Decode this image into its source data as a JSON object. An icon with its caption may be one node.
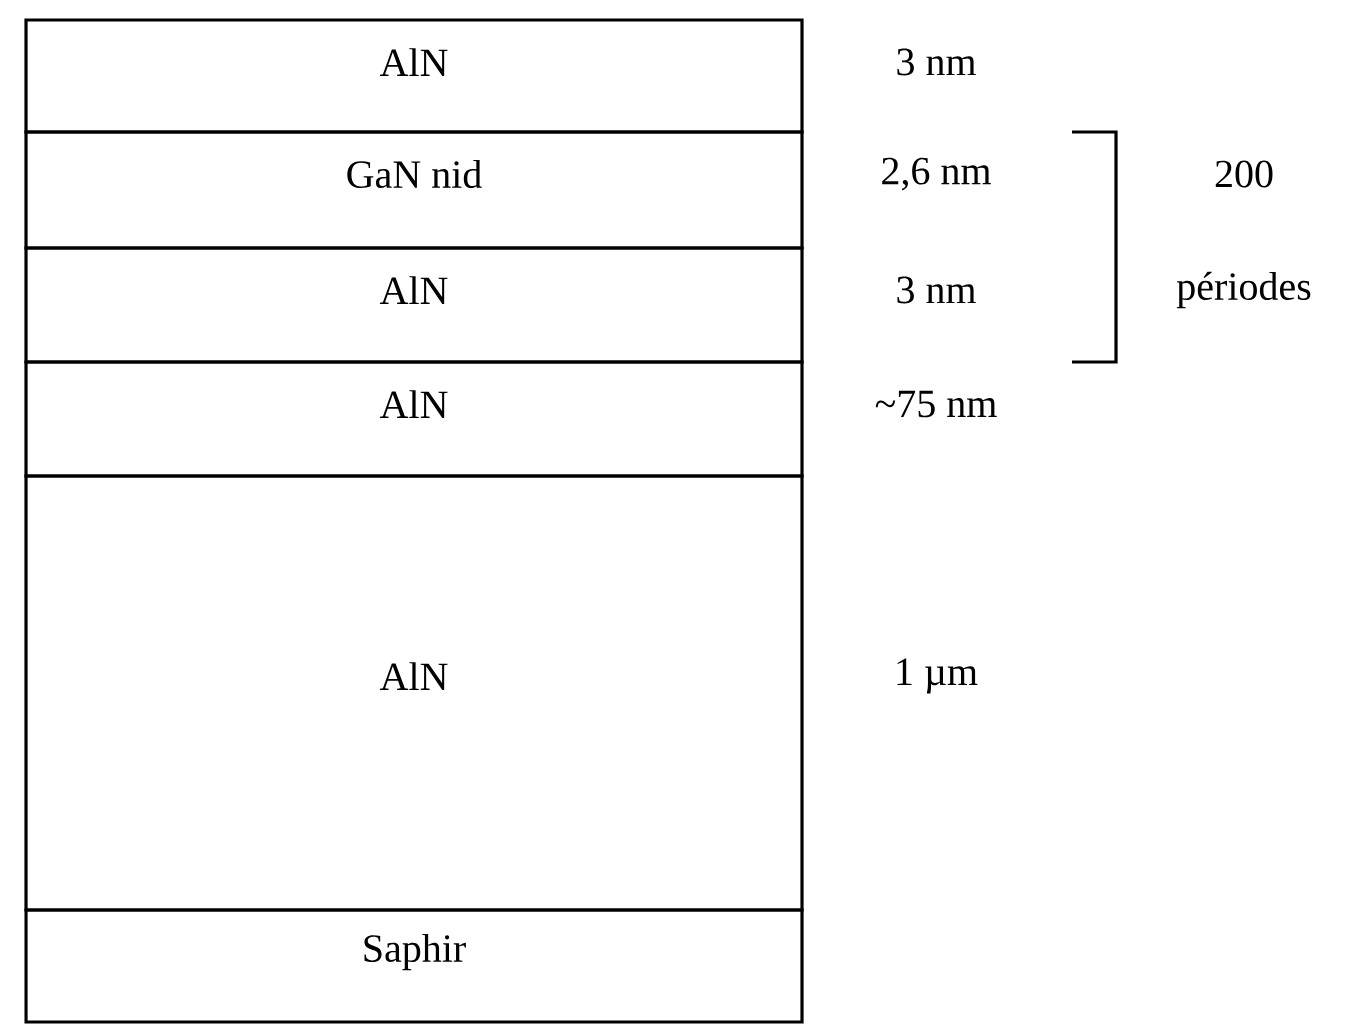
{
  "diagram": {
    "nodes": [
      {
        "text": [
          "AlN"
        ],
        "beside": [
          "3 nm"
        ]
      },
      {
        "text": [
          "GaN nid"
        ],
        "beside": [
          "2,6 nm"
        ]
      },
      {
        "text": [
          "AlN"
        ],
        "beside": [
          "3 nm"
        ]
      },
      {
        "text": [
          "AlN"
        ],
        "beside": [
          "~75 nm"
        ]
      },
      {
        "text": [
          "AlN"
        ],
        "beside": [
          "1 µm"
        ]
      },
      {
        "text": [
          "Saphir"
        ]
      }
    ],
    "labels": [
      "200",
      "périodes"
    ]
  }
}
